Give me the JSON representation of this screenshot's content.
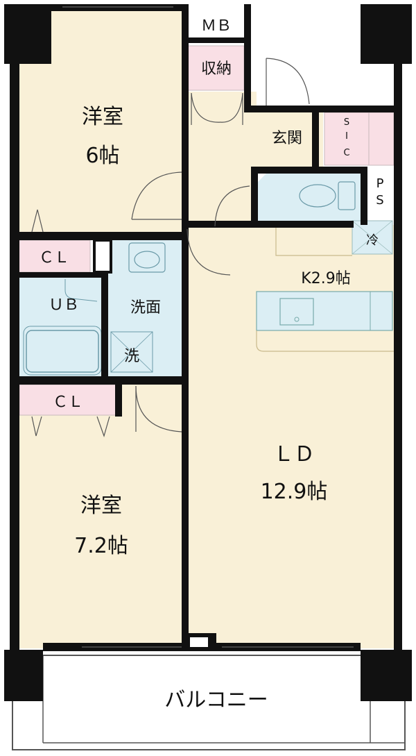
{
  "floorplan": {
    "rooms": {
      "western_room_1": {
        "name": "洋室",
        "size": "6帖"
      },
      "western_room_2": {
        "name": "洋室",
        "size": "7.2帖"
      },
      "ld": {
        "name": "ＬＤ",
        "size": "12.9帖"
      },
      "kitchen": {
        "label": "K2.9帖"
      },
      "entrance": {
        "label": "玄関"
      },
      "balcony": {
        "label": "バルコニー"
      }
    },
    "labels": {
      "mb": "ＭＢ",
      "storage": "収納",
      "sic_s": "S",
      "sic_i": "I",
      "sic_c": "C",
      "ps_p": "P",
      "ps_s": "S",
      "fridge": "冷",
      "closet_1": "ＣＬ",
      "closet_2": "ＣＬ",
      "unit_bath": "ＵＢ",
      "washroom": "洗面",
      "washer": "洗"
    },
    "colors": {
      "room_fill": "#f9f0d7",
      "pink_fill": "#f9dfe5",
      "blue_fill": "#dbeef4",
      "wall": "#111111",
      "balcony_fill": "#ffffff"
    }
  }
}
